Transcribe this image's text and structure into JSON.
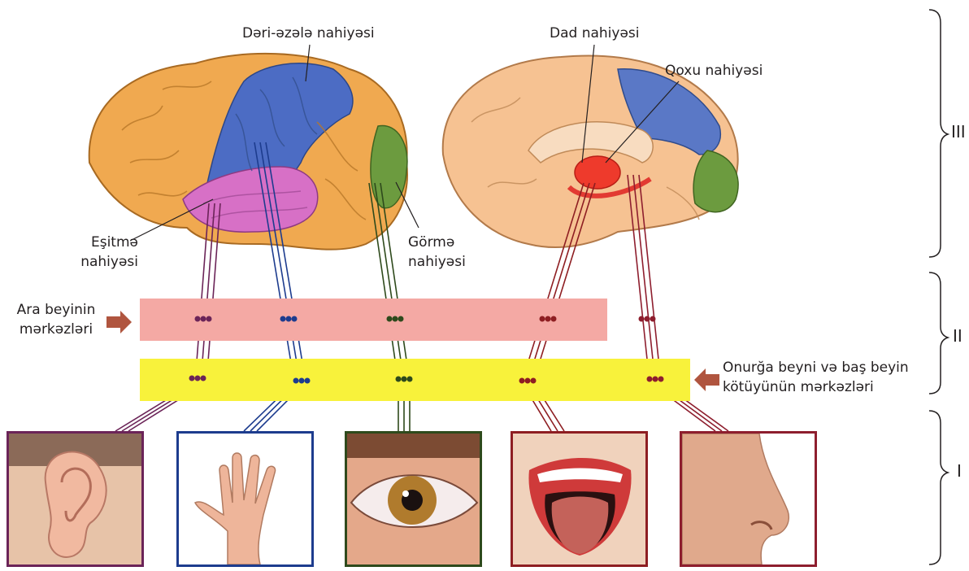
{
  "brain_labels": {
    "somatosensory": "Dəri-əzələ nahiyəsi",
    "auditory_line1": "Eşitmə",
    "auditory_line2": "nahiyəsi",
    "visual_line1": "Görmə",
    "visual_line2": "nahiyəsi",
    "gustatory": "Dad nahiyəsi",
    "olfactory": "Qoxu nahiyəsi"
  },
  "center_labels": {
    "diencephalon_line1": "Ara beyinin",
    "diencephalon_line2": "mərkəzləri",
    "spinal_line1": "Onurğa beyni və baş beyin",
    "spinal_line2": "kötüyünün mərkəzləri"
  },
  "levels": {
    "level3": "III",
    "level2": "II",
    "level1": "I"
  },
  "colors": {
    "diencephalon_band": "#f4a9a4",
    "spinal_band": "#f8f23b",
    "arrow": "#b0553f",
    "ear_pathway": "#6b2458",
    "hand_pathway": "#1d3c8e",
    "eye_pathway": "#2e4a1c",
    "tongue_pathway": "#8e1e22",
    "nose_pathway": "#8e1e2e"
  },
  "organs": [
    "ear-icon",
    "hand-icon",
    "eye-icon",
    "tongue-icon",
    "nose-icon"
  ]
}
